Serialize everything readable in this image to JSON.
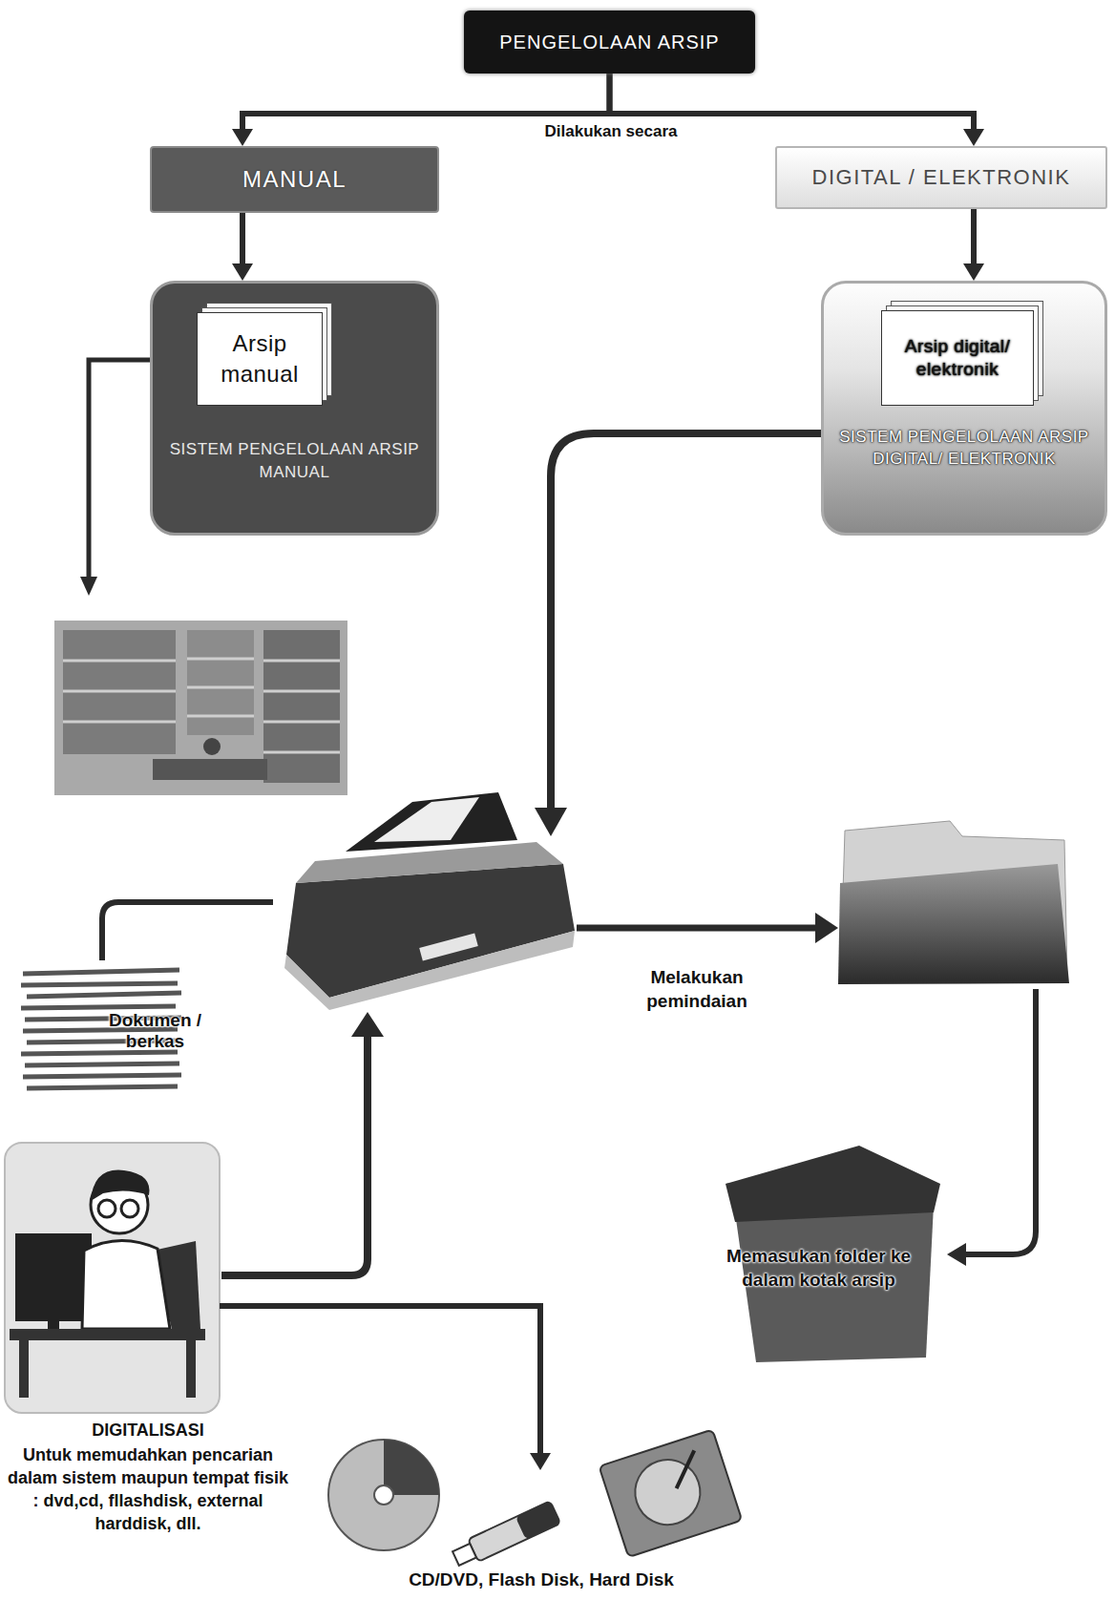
{
  "diagram": {
    "nodes": [
      {
        "text": [
          "PENGELOLAAN ARSIP"
        ]
      },
      {
        "text": [
          "MANUAL"
        ]
      },
      {
        "text": [
          "DIGITAL / ELEKTRONIK"
        ]
      },
      {
        "text": [
          "SISTEM PENGELOLAAN ARSIP MANUAL"
        ]
      },
      {
        "text": [
          "Arsip manual"
        ],
        "in": 3
      },
      {
        "text": [
          "SISTEM PENGELOLAAN ARSIP DIGITAL/ ELEKTRONIK"
        ]
      },
      {
        "text": [
          "Arsip digital/ elektronik"
        ],
        "in": 5
      },
      {
        "text": [
          "Dokumen / berkas"
        ]
      },
      {
        "text": [
          "Memasukan folder ke dalam kotak arsip"
        ]
      },
      {
        "text": [
          "DIGITALISASI",
          "Untuk memudahkan pencarian dalam sistem maupun tempat fisik : dvd,cd, fllashdisk, external harddisk, dll."
        ]
      },
      {
        "text": [
          "CD/DVD, Flash Disk, Hard Disk"
        ]
      }
    ],
    "edges": [
      {
        "from": 0,
        "to": 1,
        "arrow": "to"
      },
      {
        "from": 0,
        "to": 2,
        "arrow": "to"
      },
      {
        "from": 1,
        "to": 3,
        "arrow": "to"
      },
      {
        "from": 2,
        "to": 5,
        "arrow": "to"
      },
      {
        "from": 9,
        "to": 10,
        "arrow": "to"
      }
    ],
    "labels": [
      "Dilakukan secara",
      "Melakukan pemindaian"
    ]
  }
}
